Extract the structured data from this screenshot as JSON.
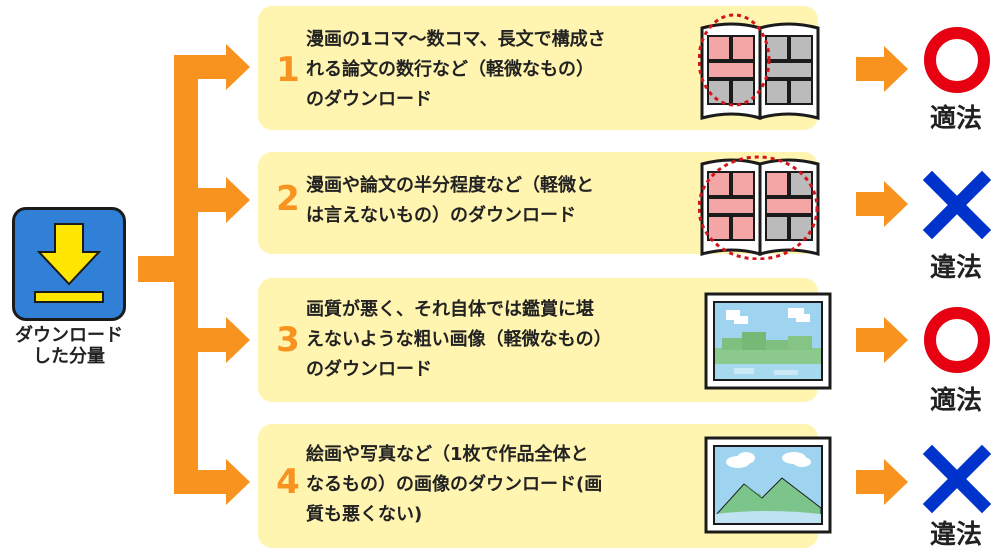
{
  "source": {
    "caption": "ダウンロード\nした分量",
    "icon": "download-icon"
  },
  "rows": [
    {
      "number": "1",
      "text": "漫画の1コマ〜数コマ、長文で構成さ\nれる論文の数行など（軽微なもの）\nのダウンロード",
      "illustration": "manga-book-icon",
      "verdict": {
        "mark": "circle",
        "label": "適法"
      }
    },
    {
      "number": "2",
      "text": "漫画や論文の半分程度など（軽微と\nは言えないもの）のダウンロード",
      "illustration": "manga-book-icon",
      "verdict": {
        "mark": "cross",
        "label": "違法"
      }
    },
    {
      "number": "3",
      "text": "画質が悪く、それ自体では鑑賞に堪\nえないような粗い画像（軽微なもの）\nのダウンロード",
      "illustration": "pixelated-picture-icon",
      "verdict": {
        "mark": "circle",
        "label": "適法"
      }
    },
    {
      "number": "4",
      "text": "絵画や写真など（1枚で作品全体と\nなるもの）の画像のダウンロード(画\n質も悪くない)",
      "illustration": "landscape-picture-icon",
      "verdict": {
        "mark": "cross",
        "label": "違法"
      }
    }
  ],
  "colors": {
    "arrow": "#f7931e",
    "panel": "#fff4b0",
    "number": "#f7931e",
    "legal": "#e60012",
    "illegal": "#0033cc",
    "icon_bg": "#2f80d6",
    "icon_arrow": "#ffe600"
  }
}
